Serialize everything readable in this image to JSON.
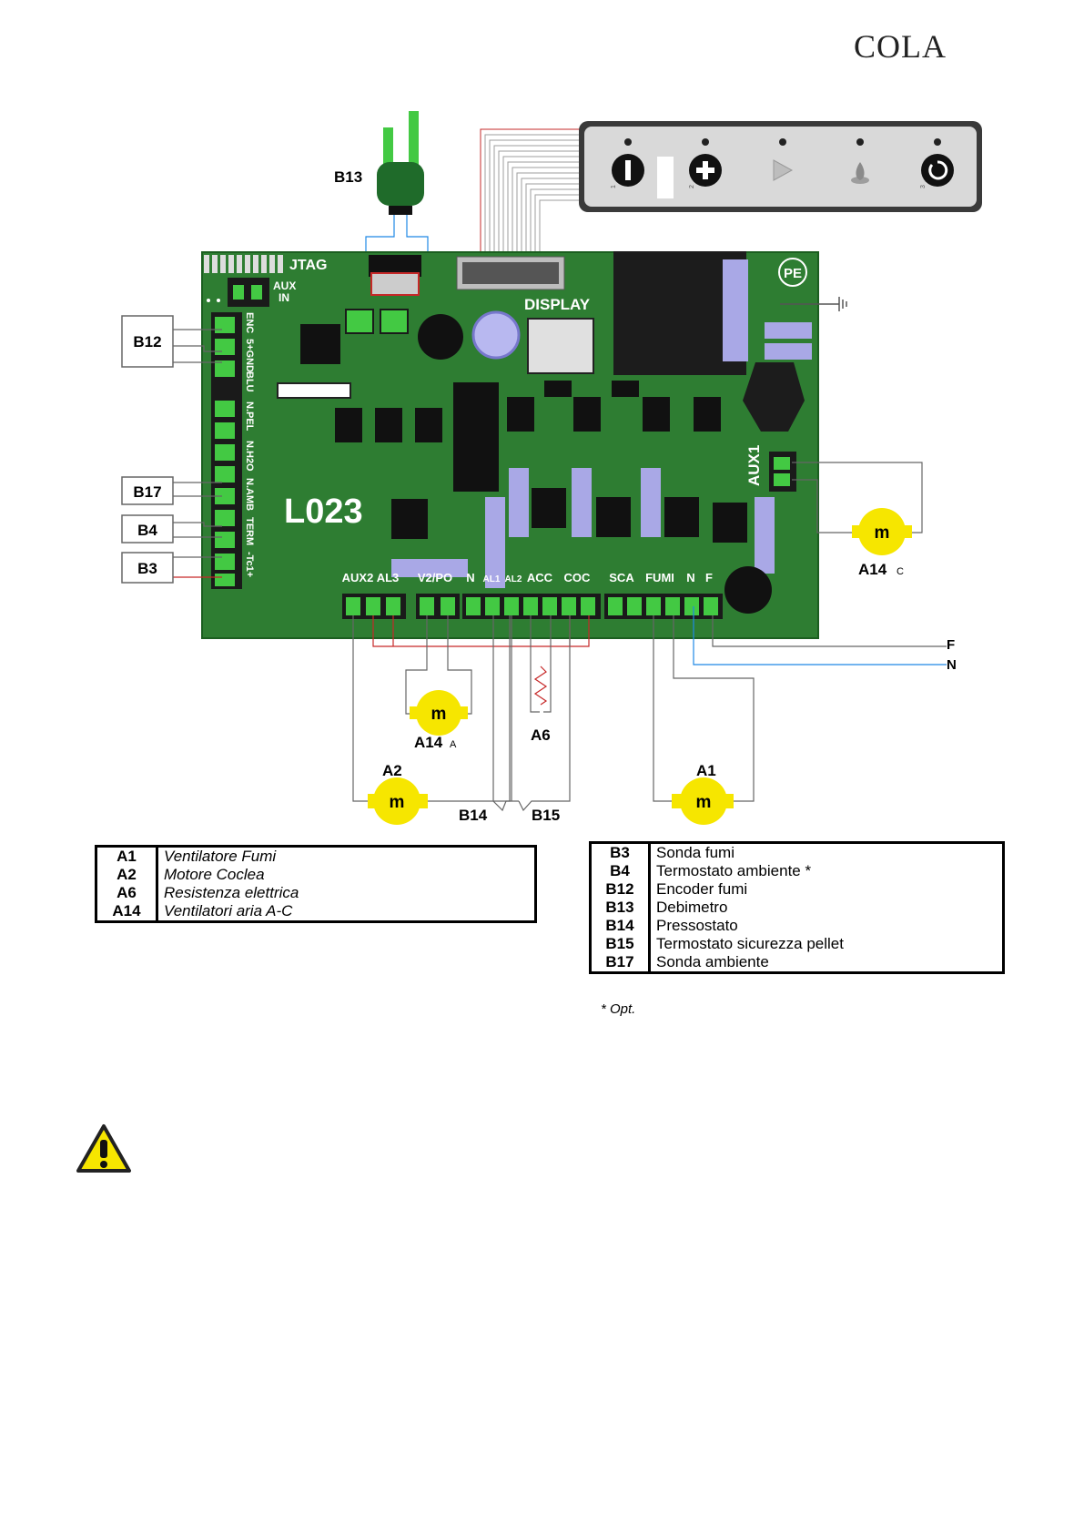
{
  "header": {
    "logo_text": "COLA"
  },
  "diagram": {
    "board_label": "L023",
    "jtag_label": "JTAG",
    "aux_in_label": [
      "AUX",
      "IN"
    ],
    "display_label": "DISPLAY",
    "pe_label": "PE",
    "aux1_label": "AUX1",
    "left_terminals": [
      "ENC",
      "5+GND",
      "BLU",
      "N.PEL",
      "N.H2O",
      "N.AMB",
      "TERM",
      "-Tc1+"
    ],
    "bottom_terminals": [
      "AUX2",
      "AL3",
      "V2/PO",
      "N",
      "AL1",
      "AL2",
      "ACC",
      "COC",
      "SCA",
      "FUMI",
      "N",
      "F"
    ],
    "component_labels": {
      "b13": "B13",
      "b12": "B12",
      "b17": "B17",
      "b4": "B4",
      "b3": "B3",
      "a14c": "A14",
      "a14c_sub": "C",
      "a14a": "A14",
      "a14a_sub": "A",
      "a6": "A6",
      "a2": "A2",
      "a1": "A1",
      "b14": "B14",
      "b15": "B15",
      "line_f": "F",
      "line_n": "N"
    },
    "motor_symbol": "m",
    "display_button_numbers": [
      "1",
      "2",
      "3"
    ],
    "colors": {
      "board": "#2e7d32",
      "board_dark": "#1b5e20",
      "motor": "#f6e600",
      "live_wire": "#d32f2f",
      "neutral_wire": "#1e88e5",
      "component_purple": "#a9a8e6"
    }
  },
  "legend_left": [
    {
      "code": "A1",
      "desc": "Ventilatore Fumi"
    },
    {
      "code": "A2",
      "desc": "Motore Coclea"
    },
    {
      "code": "A6",
      "desc": "Resistenza elettrica"
    },
    {
      "code": "A14",
      "desc": "Ventilatori aria A-C"
    }
  ],
  "legend_right": [
    {
      "code": "B3",
      "desc": "Sonda fumi"
    },
    {
      "code": "B4",
      "desc": "Termostato ambiente *"
    },
    {
      "code": "B12",
      "desc": "Encoder fumi"
    },
    {
      "code": "B13",
      "desc": "Debimetro"
    },
    {
      "code": "B14",
      "desc": "Pressostato"
    },
    {
      "code": "B15",
      "desc": "Termostato sicurezza pellet"
    },
    {
      "code": "B17",
      "desc": "Sonda ambiente"
    }
  ],
  "footnote": "* Opt.",
  "warning_icon": "warning-triangle-icon"
}
